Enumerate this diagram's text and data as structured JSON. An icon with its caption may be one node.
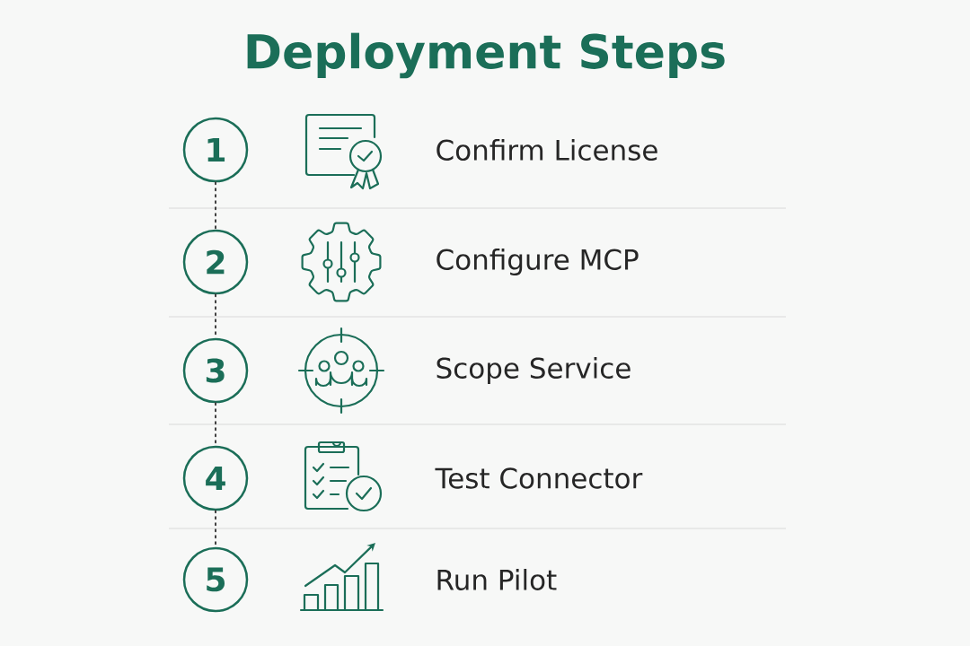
{
  "diagram": {
    "title": "Deployment Steps",
    "nodes": [
      {
        "text": [
          "1"
        ]
      },
      {
        "text": [
          "2"
        ]
      },
      {
        "text": [
          "3"
        ]
      },
      {
        "text": [
          "4"
        ]
      },
      {
        "text": [
          "5"
        ]
      }
    ],
    "edges": [
      {
        "from": 0,
        "to": 1,
        "arrow": "none",
        "style": "dashed"
      },
      {
        "from": 1,
        "to": 2,
        "arrow": "none",
        "style": "dashed"
      },
      {
        "from": 2,
        "to": 3,
        "arrow": "none",
        "style": "dashed"
      },
      {
        "from": 3,
        "to": 4,
        "arrow": "none",
        "style": "dashed"
      }
    ],
    "labels": [
      "Confirm License",
      "Configure MCP",
      "Scope Service",
      "Test Connector",
      "Run Pilot"
    ]
  }
}
